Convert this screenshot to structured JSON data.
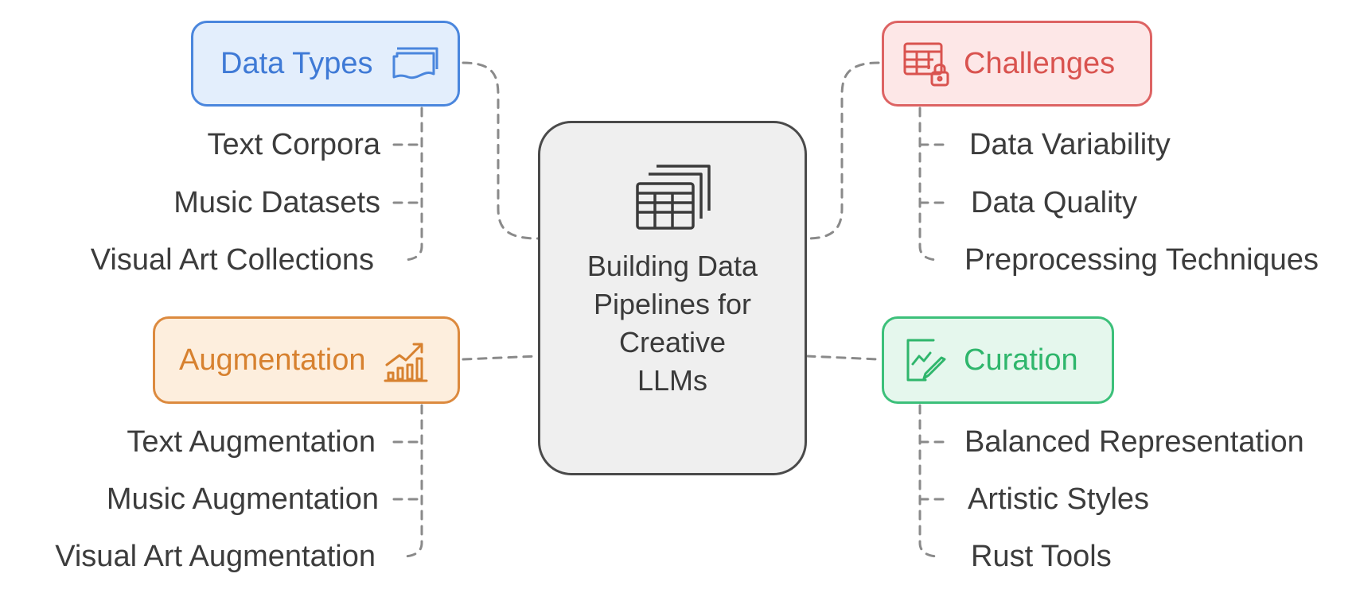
{
  "center": {
    "title": "Building Data Pipelines for Creative LLMs",
    "icon": "stacked-table-icon"
  },
  "branches": {
    "data_types": {
      "label": "Data Types",
      "icon": "document-wave-icon",
      "color": "#4a86dd",
      "items": [
        "Text Corpora",
        "Music Datasets",
        "Visual Art Collections"
      ]
    },
    "challenges": {
      "label": "Challenges",
      "icon": "locked-table-icon",
      "color": "#dd6363",
      "items": [
        "Data Variability",
        "Data Quality",
        "Preprocessing Techniques"
      ]
    },
    "augmentation": {
      "label": "Augmentation",
      "icon": "growth-chart-icon",
      "color": "#dc8a3f",
      "items": [
        "Text Augmentation",
        "Music Augmentation",
        "Visual Art Augmentation"
      ]
    },
    "curation": {
      "label": "Curation",
      "icon": "edit-chart-icon",
      "color": "#3cc07a",
      "items": [
        "Balanced Representation",
        "Artistic Styles",
        "Rust Tools"
      ]
    }
  },
  "connector_color": "#8a8a8a"
}
